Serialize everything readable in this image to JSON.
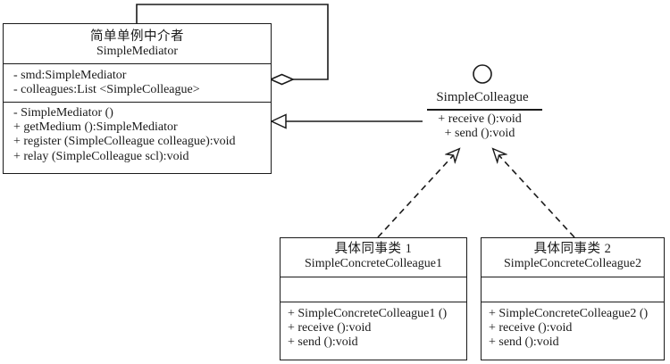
{
  "diagram": {
    "mediator": {
      "title_cn": "简单单例中介者",
      "title_en": "SimpleMediator",
      "attributes": [
        "- smd:SimpleMediator",
        "- colleagues:List <SimpleColleague>"
      ],
      "methods": [
        "- SimpleMediator ()",
        "+ getMedium ():SimpleMediator",
        "+ register (SimpleColleague colleague):void",
        "+ relay (SimpleColleague scl):void"
      ]
    },
    "colleague_interface": {
      "name": "SimpleColleague",
      "methods": [
        "+ receive ():void",
        "+ send ():void"
      ]
    },
    "concrete1": {
      "title_cn": "具体同事类 1",
      "title_en": "SimpleConcreteColleague1",
      "methods": [
        "+ SimpleConcreteColleague1 ()",
        "+ receive ():void",
        "+ send ():void"
      ]
    },
    "concrete2": {
      "title_cn": "具体同事类 2",
      "title_en": "SimpleConcreteColleague2",
      "methods": [
        "+ SimpleConcreteColleague2 ()",
        "+ receive ():void",
        "+ send ():void"
      ]
    },
    "colors": {
      "line": "#1a1a1a",
      "background": "#ffffff"
    }
  }
}
